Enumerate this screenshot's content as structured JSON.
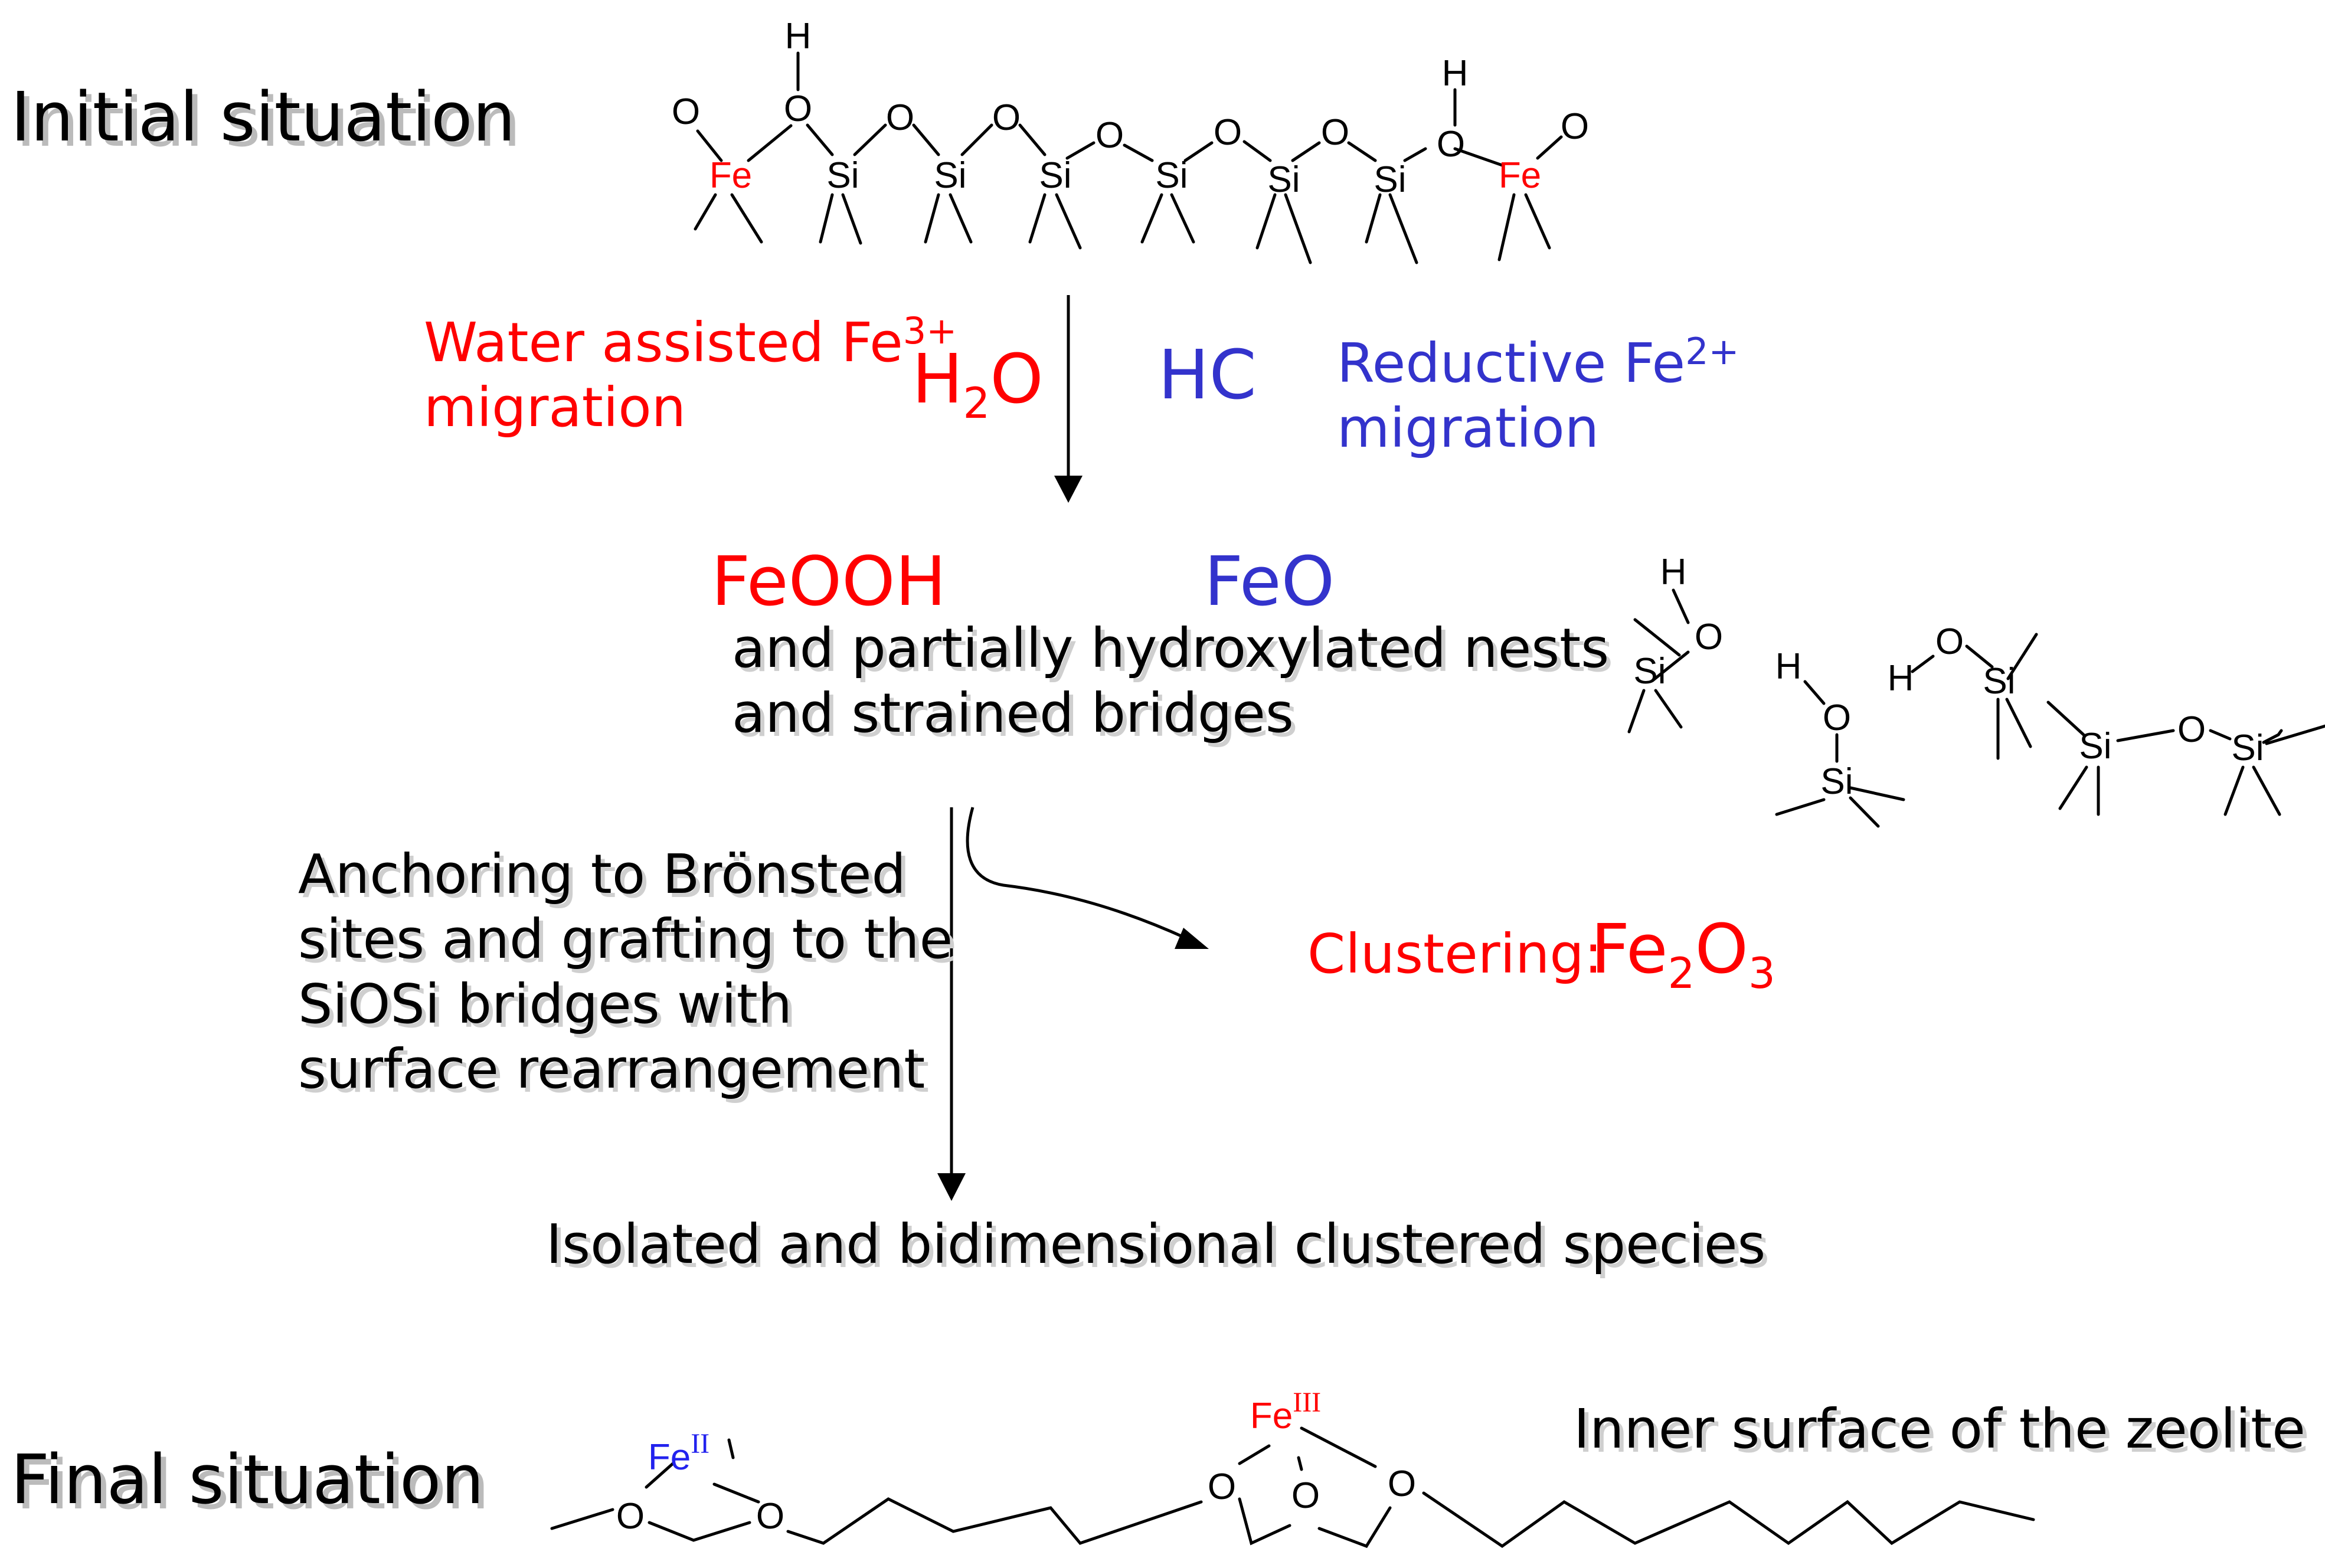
{
  "labels": {
    "initial": "Initial situation",
    "final": "Final situation",
    "inner_surface": "Inner surface of the zeolite",
    "isolated": "Isolated and bidimensional clustered species"
  },
  "water_path": {
    "line1": "Water assisted Fe",
    "line1_sup": "3+",
    "line2": "migration",
    "reagent_main": "H",
    "reagent_sub": "2",
    "reagent_end": "O"
  },
  "reductive_path": {
    "reagent": "HC",
    "line1": "Reductive Fe",
    "line1_sup": "2+",
    "line2": "migration"
  },
  "intermediates": {
    "feooh": "FeOOH",
    "feo": "FeO",
    "desc_line1": "and partially hydroxylated nests",
    "desc_line2": "and strained bridges"
  },
  "anchoring": {
    "lines": [
      "Anchoring to Brönsted",
      "sites and grafting to the",
      "SiOSi bridges with",
      "surface rearrangement"
    ]
  },
  "clustering": {
    "label": "Clustering:",
    "formula_a": "Fe",
    "formula_sub1": "2",
    "formula_b": "O",
    "formula_sub2": "3"
  },
  "atoms": {
    "H": "H",
    "O": "O",
    "Si": "Si",
    "Fe": "Fe",
    "ox_II": "II",
    "ox_III": "III"
  },
  "colors": {
    "water_route": "#ff0000",
    "reductive_route": "#3333cc",
    "fe_top": "#ff0000",
    "fe_ii": "#2222ee",
    "fe_iii": "#ff0000"
  }
}
